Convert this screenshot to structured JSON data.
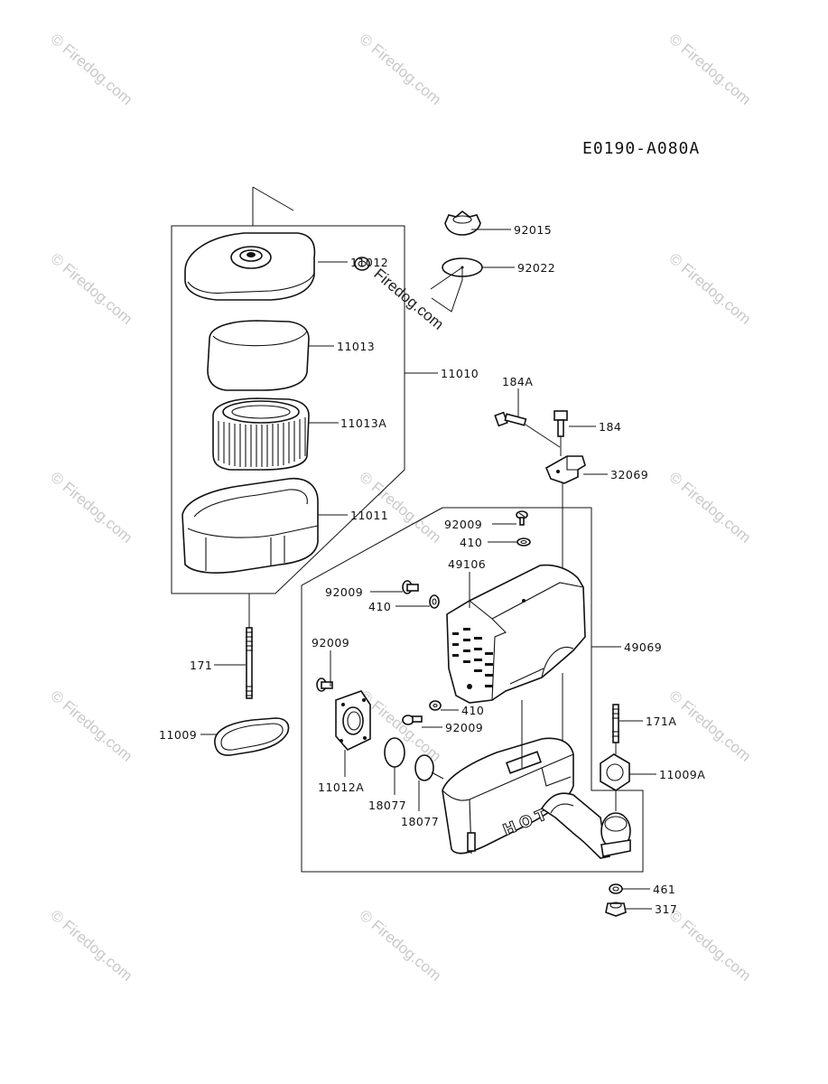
{
  "diagram_code": "E0190-A080A",
  "watermark": "© Firedog.com",
  "watermark_center": "Firedog.com",
  "stamp_text": "HOT",
  "parts": [
    {
      "id": "p-11012",
      "label": "11012"
    },
    {
      "id": "p-11013",
      "label": "11013"
    },
    {
      "id": "p-11010",
      "label": "11010"
    },
    {
      "id": "p-11013A",
      "label": "11013A"
    },
    {
      "id": "p-11011",
      "label": "11011"
    },
    {
      "id": "p-92015",
      "label": "92015"
    },
    {
      "id": "p-92022",
      "label": "92022"
    },
    {
      "id": "p-184A",
      "label": "184A"
    },
    {
      "id": "p-184",
      "label": "184"
    },
    {
      "id": "p-32069",
      "label": "32069"
    },
    {
      "id": "p-92009-a",
      "label": "92009"
    },
    {
      "id": "p-410-a",
      "label": "410"
    },
    {
      "id": "p-49106",
      "label": "49106"
    },
    {
      "id": "p-92009-b",
      "label": "92009"
    },
    {
      "id": "p-410-b",
      "label": "410"
    },
    {
      "id": "p-49069",
      "label": "49069"
    },
    {
      "id": "p-92009-c",
      "label": "92009"
    },
    {
      "id": "p-171",
      "label": "171"
    },
    {
      "id": "p-410-c",
      "label": "410"
    },
    {
      "id": "p-92009-d",
      "label": "92009"
    },
    {
      "id": "p-171A",
      "label": "171A"
    },
    {
      "id": "p-11009",
      "label": "11009"
    },
    {
      "id": "p-11009A",
      "label": "11009A"
    },
    {
      "id": "p-11012A",
      "label": "11012A"
    },
    {
      "id": "p-18077-a",
      "label": "18077"
    },
    {
      "id": "p-18077-b",
      "label": "18077"
    },
    {
      "id": "p-461",
      "label": "461"
    },
    {
      "id": "p-317",
      "label": "317"
    }
  ]
}
